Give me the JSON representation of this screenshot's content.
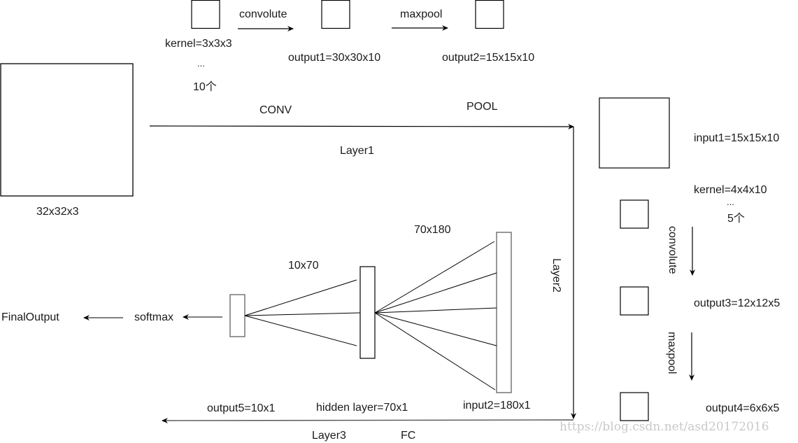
{
  "layer1": {
    "input_label": "32x32x3",
    "kernel_label": "kernel=3x3x3",
    "ellipsis": "...",
    "kernel_count": "10个",
    "convolute_label": "convolute",
    "maxpool_label": "maxpool",
    "output1_label": "output1=30x30x10",
    "output2_label": "output2=15x15x10",
    "conv_label": "CONV",
    "pool_label": "POOL",
    "layer_label": "Layer1"
  },
  "layer2": {
    "layer_label": "Layer2",
    "input1_label": "input1=15x15x10",
    "kernel_label": "kernel=4x4x10",
    "ellipsis": "...",
    "kernel_count": "5个",
    "convolute_label": "convolute",
    "output3_label": "output3=12x12x5",
    "maxpool_label": "maxpool",
    "output4_label": "output4=6x6x5"
  },
  "layer3": {
    "weights1_label": "10x70",
    "weights2_label": "70x180",
    "output5_label": "output5=10x1",
    "hidden_label": "hidden layer=70x1",
    "input2_label": "input2=180x1",
    "layer_label": "Layer3",
    "fc_label": "FC",
    "softmax_label": "softmax",
    "final_label": "FinalOutput"
  },
  "watermark": "https://blog.csdn.net/asd20172016",
  "colors": {
    "stroke": "#000000",
    "node_stroke": "#6b6b6b",
    "watermark": "#c9c9c9"
  }
}
